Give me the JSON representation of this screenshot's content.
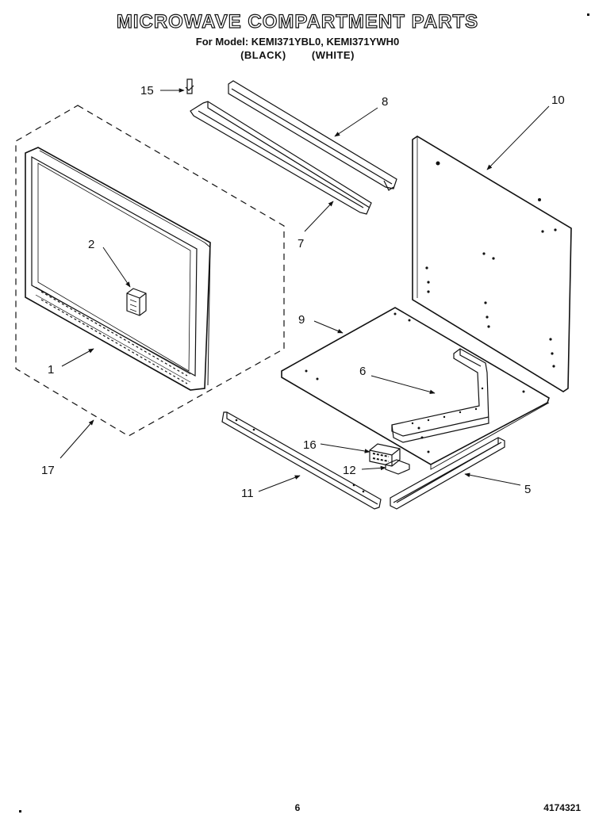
{
  "header": {
    "title": "MICROWAVE COMPARTMENT PARTS",
    "models_line": "For Model: KEMI371YBL0, KEMI371YWH0",
    "color_black": "(BLACK)",
    "color_white": "(WHITE)"
  },
  "callouts": {
    "c1": "1",
    "c2": "2",
    "c5": "5",
    "c6": "6",
    "c7": "7",
    "c8": "8",
    "c9": "9",
    "c10": "10",
    "c11": "11",
    "c12": "12",
    "c15": "15",
    "c16": "16",
    "c17": "17"
  },
  "footer": {
    "page_number": "6",
    "document_number": "4174321"
  }
}
